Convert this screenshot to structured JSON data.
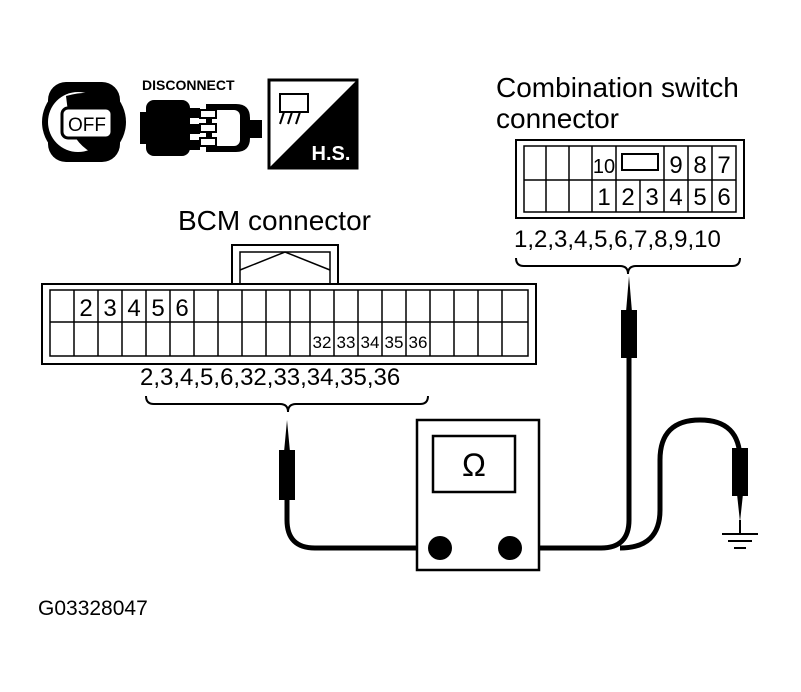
{
  "icons": {
    "ignition_off": "OFF",
    "disconnect": "DISCONNECT",
    "harness": "H.S."
  },
  "combo_connector": {
    "title_line1": "Combination switch",
    "title_line2": "connector",
    "top_row": [
      "10",
      "9",
      "8",
      "7"
    ],
    "bottom_row": [
      "1",
      "2",
      "3",
      "4",
      "5",
      "6"
    ],
    "terminals": "1,2,3,4,5,6,7,8,9,10"
  },
  "bcm_connector": {
    "title": "BCM connector",
    "top_row": [
      "2",
      "3",
      "4",
      "5",
      "6"
    ],
    "bottom_row": [
      "32",
      "33",
      "34",
      "35",
      "36"
    ],
    "terminals": "2,3,4,5,6,32,33,34,35,36"
  },
  "meter": {
    "symbol": "Ω"
  },
  "figure_id": "G03328047"
}
